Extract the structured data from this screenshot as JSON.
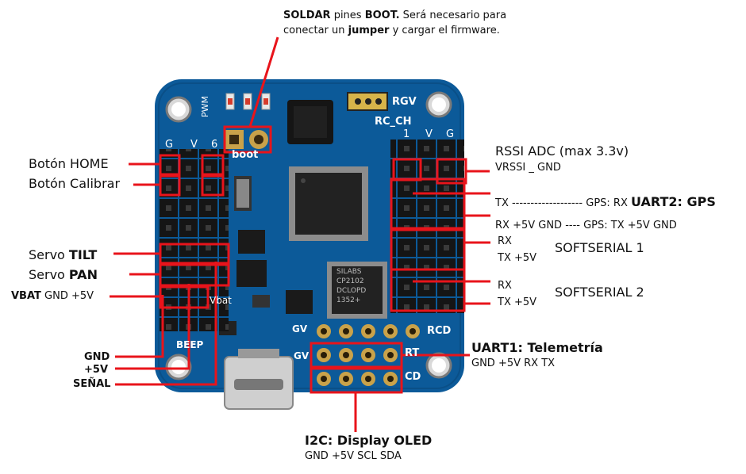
{
  "top_note": {
    "line1_bold": "SOLDAR",
    "line1_mid": " pines ",
    "line1_bold2": "BOOT.",
    "line1_rest": " Será necesario para",
    "line2_start": "conectar un ",
    "line2_bold": "jumper",
    "line2_rest": " y cargar el firmware."
  },
  "left_labels": {
    "home": "Botón HOME",
    "calibrar": "Botón Calibrar",
    "servo_tilt_pre": "Servo ",
    "servo_tilt_bold": "TILT",
    "servo_pan_pre": "Servo ",
    "servo_pan_bold": "PAN",
    "vbat_bold": "VBAT",
    "vbat_rest": " GND +5V",
    "gnd": "GND",
    "plus5v": "+5V",
    "senal": "SEÑAL"
  },
  "right_labels": {
    "rssi_title": "RSSI ADC (max 3.3v)",
    "rssi_sub": "VRSSI _ GND",
    "uart2_line": "TX ------------------- GPS: RX ",
    "uart2_bold": "UART2: GPS",
    "uart2_sub": "RX +5V GND ---- GPS: TX +5V GND",
    "ss1_rx": "RX",
    "ss1_tx": "TX +5V",
    "ss1_title": "SOFTSERIAL 1",
    "ss2_rx": "RX",
    "ss2_tx": "TX +5V",
    "ss2_title": "SOFTSERIAL 2",
    "uart1_title": "UART1: Telemetría",
    "uart1_sub": "GND +5V RX TX"
  },
  "bottom_labels": {
    "i2c_title": "I2C: Display OLED",
    "i2c_sub": "GND +5V SCL SDA"
  },
  "board_silk": {
    "pwm": "PWM",
    "boot": "boot",
    "rgv": "RGV",
    "rc_ch": "RC_CH",
    "col_1": "1",
    "col_v": "V",
    "col_g": "G",
    "head_g": "G",
    "head_v": "V",
    "head_6": "6",
    "beep": "BEEP",
    "vbat": "Vbat",
    "gv": "GV",
    "gv2": "GV",
    "rcd": "RCD",
    "rt": "RT",
    "cd": "CD",
    "chip1": "SILABS",
    "chip2": "CP2102",
    "chip3": "DCLOPD",
    "chip4": "1352+"
  },
  "colors": {
    "board": "#0c5a99",
    "board_dark": "#08467a",
    "pointer": "#e8141b",
    "header": "#1a1a1a",
    "pad": "#c9a24a"
  }
}
